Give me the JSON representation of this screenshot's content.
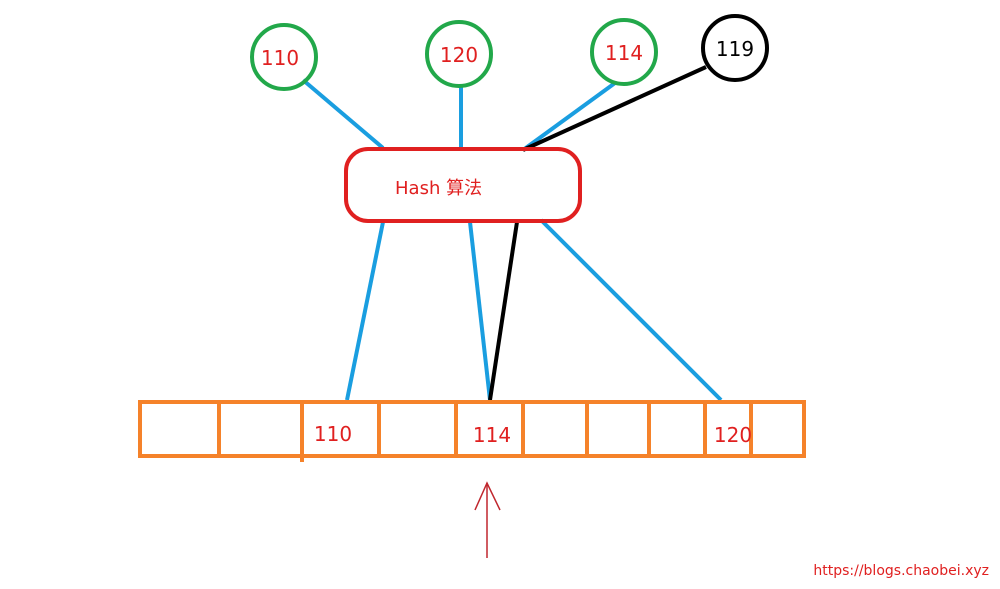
{
  "colors": {
    "key_circle": "#22a84a",
    "collision_circle": "#000000",
    "edge_key": "#1a9ee0",
    "edge_collision": "#000000",
    "hash_box": "#e02020",
    "array_cell": "#f5822a",
    "text_red": "#e02020",
    "text_black": "#000000",
    "arrow": "#c0262d"
  },
  "keys": [
    {
      "label": "110",
      "type": "key"
    },
    {
      "label": "120",
      "type": "key"
    },
    {
      "label": "114",
      "type": "key"
    },
    {
      "label": "119",
      "type": "collision"
    }
  ],
  "hash_function": {
    "label": "Hash 算法"
  },
  "array": {
    "cells": [
      "",
      "",
      "110",
      "",
      "114",
      "",
      "",
      "",
      "120",
      ""
    ]
  },
  "pointer": {
    "icon": "up-arrow-icon"
  },
  "watermark": "https://blogs.chaobei.xyz"
}
